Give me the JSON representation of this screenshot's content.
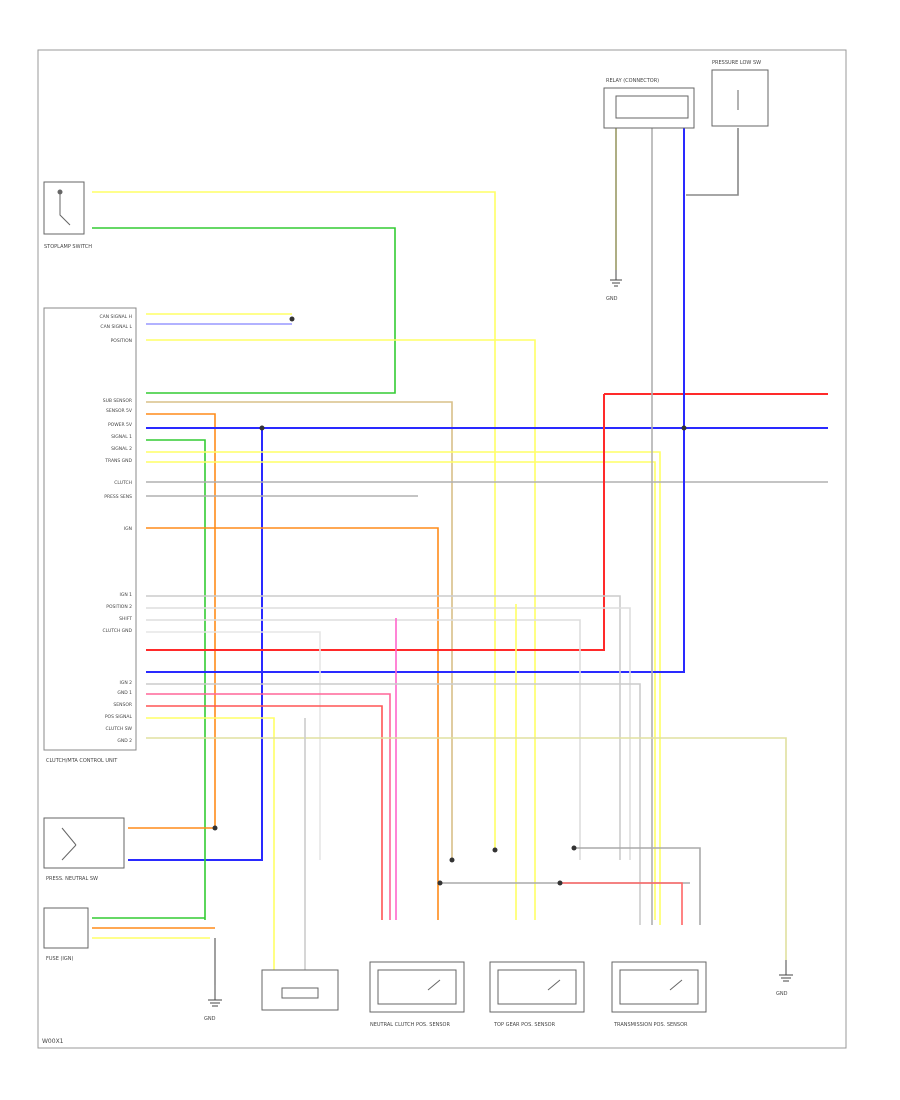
{
  "page_code": "W00X1",
  "colors": {
    "red": "#ff2a2a",
    "blue": "#2a2aff",
    "yellow": "#ffff66",
    "green": "#33cc33",
    "orange": "#ff8c1a",
    "pink": "#ff66cc",
    "gray": "#b0b0b0",
    "violet": "#9999ff",
    "black": "#555555"
  },
  "components": {
    "stoplamp": "STOPLAMP SWITCH",
    "control_unit": "CLUTCH/MTA CONTROL UNIT",
    "neutral_switch": "PRESS. NEUTRAL SW",
    "fuse": "FUSE (IGN)",
    "relay": "RELAY (CONNECTOR)",
    "pressure_sensor": "PRESSURE LOW SW",
    "act1": "NEUTRAL CLUTCH POS. SENSOR",
    "act2": "TOP GEAR POS. SENSOR",
    "act3": "TRANSMISSION POS. SENSOR",
    "ground": "GND"
  },
  "pin_labels": [
    "CAN SIGNAL H",
    "CAN SIGNAL L",
    "POSITION",
    "SUB SENSOR",
    "SENSOR 5V",
    "POWER 5V",
    "SIGNAL 1",
    "SIGNAL 2",
    "TRANS GND",
    "CLUTCH",
    "PRESS SENS",
    "IGN",
    "IGN 1",
    "POSITION 2",
    "SHIFT",
    "CLUTCH GND",
    "IGN 2",
    "GND 1",
    "SENSOR",
    "POS SIGNAL",
    "CLUTCH SW",
    "GND 2"
  ]
}
